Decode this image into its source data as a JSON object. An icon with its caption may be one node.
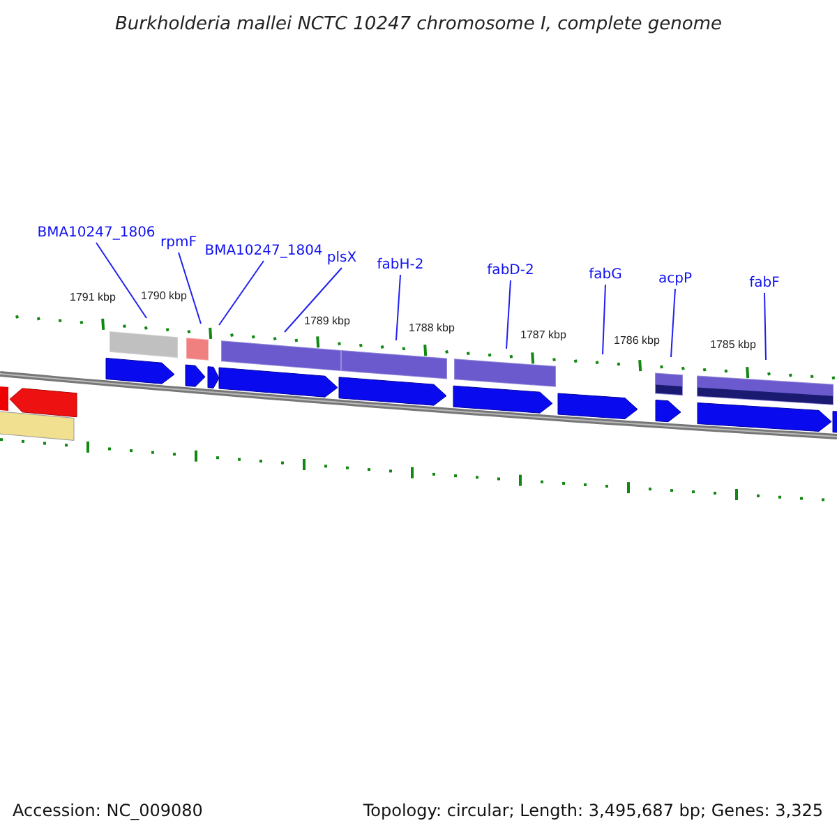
{
  "diagram": {
    "title": "Burkholderia mallei NCTC 10247 chromosome I, complete genome",
    "nodes": [
      {
        "text": [
          "BMA10247_1806"
        ]
      },
      {
        "text": [
          "rpmF"
        ]
      },
      {
        "text": [
          "BMA10247_1804"
        ]
      },
      {
        "text": [
          "plsX"
        ]
      },
      {
        "text": [
          "fabH-2"
        ]
      },
      {
        "text": [
          "fabD-2"
        ]
      },
      {
        "text": [
          "fabG"
        ]
      },
      {
        "text": [
          "acpP"
        ]
      },
      {
        "text": [
          "fabF"
        ]
      }
    ],
    "edges": [
      {
        "from": 0,
        "to": null,
        "arrow": "none"
      },
      {
        "from": 1,
        "to": null,
        "arrow": "none"
      },
      {
        "from": 2,
        "to": null,
        "arrow": "none"
      },
      {
        "from": 3,
        "to": null,
        "arrow": "none"
      },
      {
        "from": 4,
        "to": null,
        "arrow": "none"
      },
      {
        "from": 5,
        "to": null,
        "arrow": "none"
      },
      {
        "from": 6,
        "to": null,
        "arrow": "none"
      },
      {
        "from": 7,
        "to": null,
        "arrow": "none"
      },
      {
        "from": 8,
        "to": null,
        "arrow": "none"
      }
    ],
    "labels": [
      "1791 kbp",
      "1790 kbp",
      "1789 kbp",
      "1788 kbp",
      "1787 kbp",
      "1786 kbp",
      "1785 kbp",
      "Accession: NC_009080",
      "Topology: circular; Length: 3,495,687 bp; Genes: 3,325"
    ]
  }
}
